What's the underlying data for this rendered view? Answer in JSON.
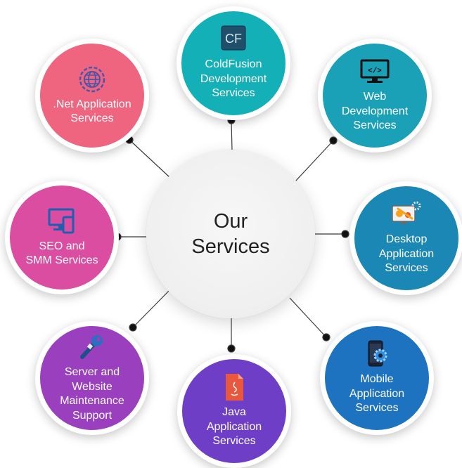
{
  "center": {
    "title": "Our\nServices"
  },
  "services": [
    {
      "id": "coldfusion",
      "label": "ColdFusion\nDevelopment\nServices",
      "color": "#14b0b7",
      "icon": "coldfusion-cf-icon"
    },
    {
      "id": "web",
      "label": "Web\nDevelopment\nServices",
      "color": "#1aa1b8",
      "icon": "code-monitor-icon"
    },
    {
      "id": "desktop",
      "label": "Desktop\nApplication\nServices",
      "color": "#1a87b4",
      "icon": "desktop-gears-icon"
    },
    {
      "id": "mobile",
      "label": "Mobile\nApplication\nServices",
      "color": "#1d73bf",
      "icon": "mobile-gear-icon"
    },
    {
      "id": "java",
      "label": "Java\nApplication\nServices",
      "color": "#6e3fc6",
      "icon": "java-file-icon"
    },
    {
      "id": "server",
      "label": "Server and\nWebsite\nMaintenance\nSupport",
      "color": "#9a3fbe",
      "icon": "wrench-tool-icon"
    },
    {
      "id": "seo",
      "label": "SEO and\nSMM Services",
      "color": "#da4da1",
      "icon": "devices-icon"
    },
    {
      "id": "dotnet",
      "label": ".Net Application\nServices",
      "color": "#ef6580",
      "icon": "globe-gear-icon"
    }
  ]
}
